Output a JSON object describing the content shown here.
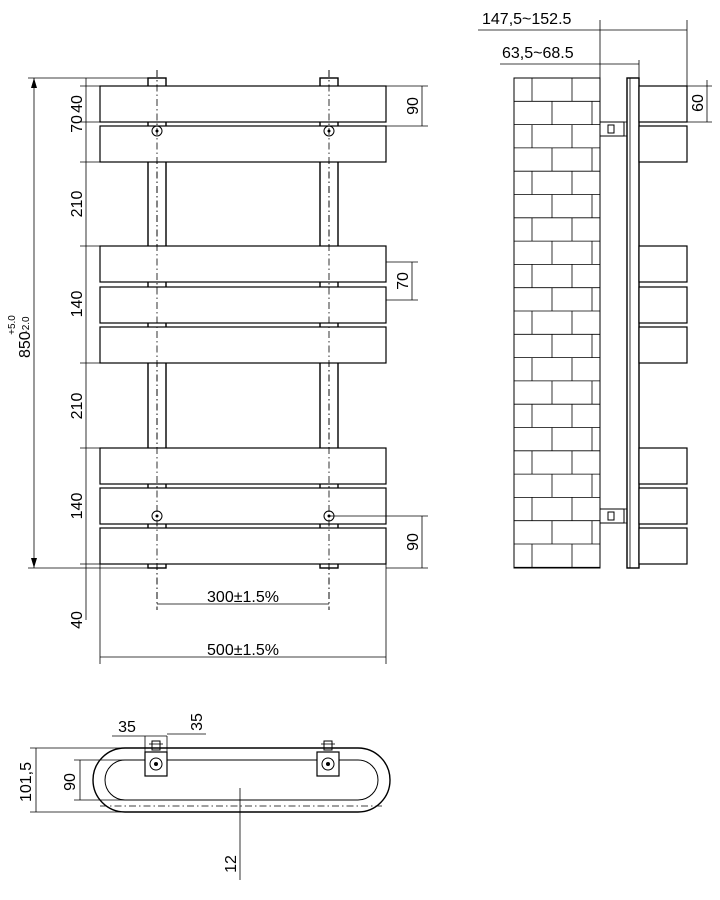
{
  "front_view": {
    "dim_40_top": "40",
    "dim_70": "70",
    "dim_210_upper": "210",
    "dim_140_upper": "140",
    "dim_210_lower": "210",
    "dim_140_lower": "140",
    "dim_40_bottom": "40",
    "height_value": "850",
    "height_tol_plus": "+5.0",
    "height_tol_minus": "-2.0",
    "dim_90_top": "90",
    "dim_70_right": "70",
    "dim_90_bottom": "90",
    "centers_width": "300±1.5%",
    "overall_width": "500±1.5%"
  },
  "side_view": {
    "depth_outer": "147,5~152.5",
    "depth_inner": "63,5~68.5",
    "bar_depth": "60"
  },
  "plan_view": {
    "dim_35_a": "35",
    "dim_35_b": "35",
    "dim_101": "101,5",
    "dim_90": "90",
    "dim_12": "12"
  }
}
